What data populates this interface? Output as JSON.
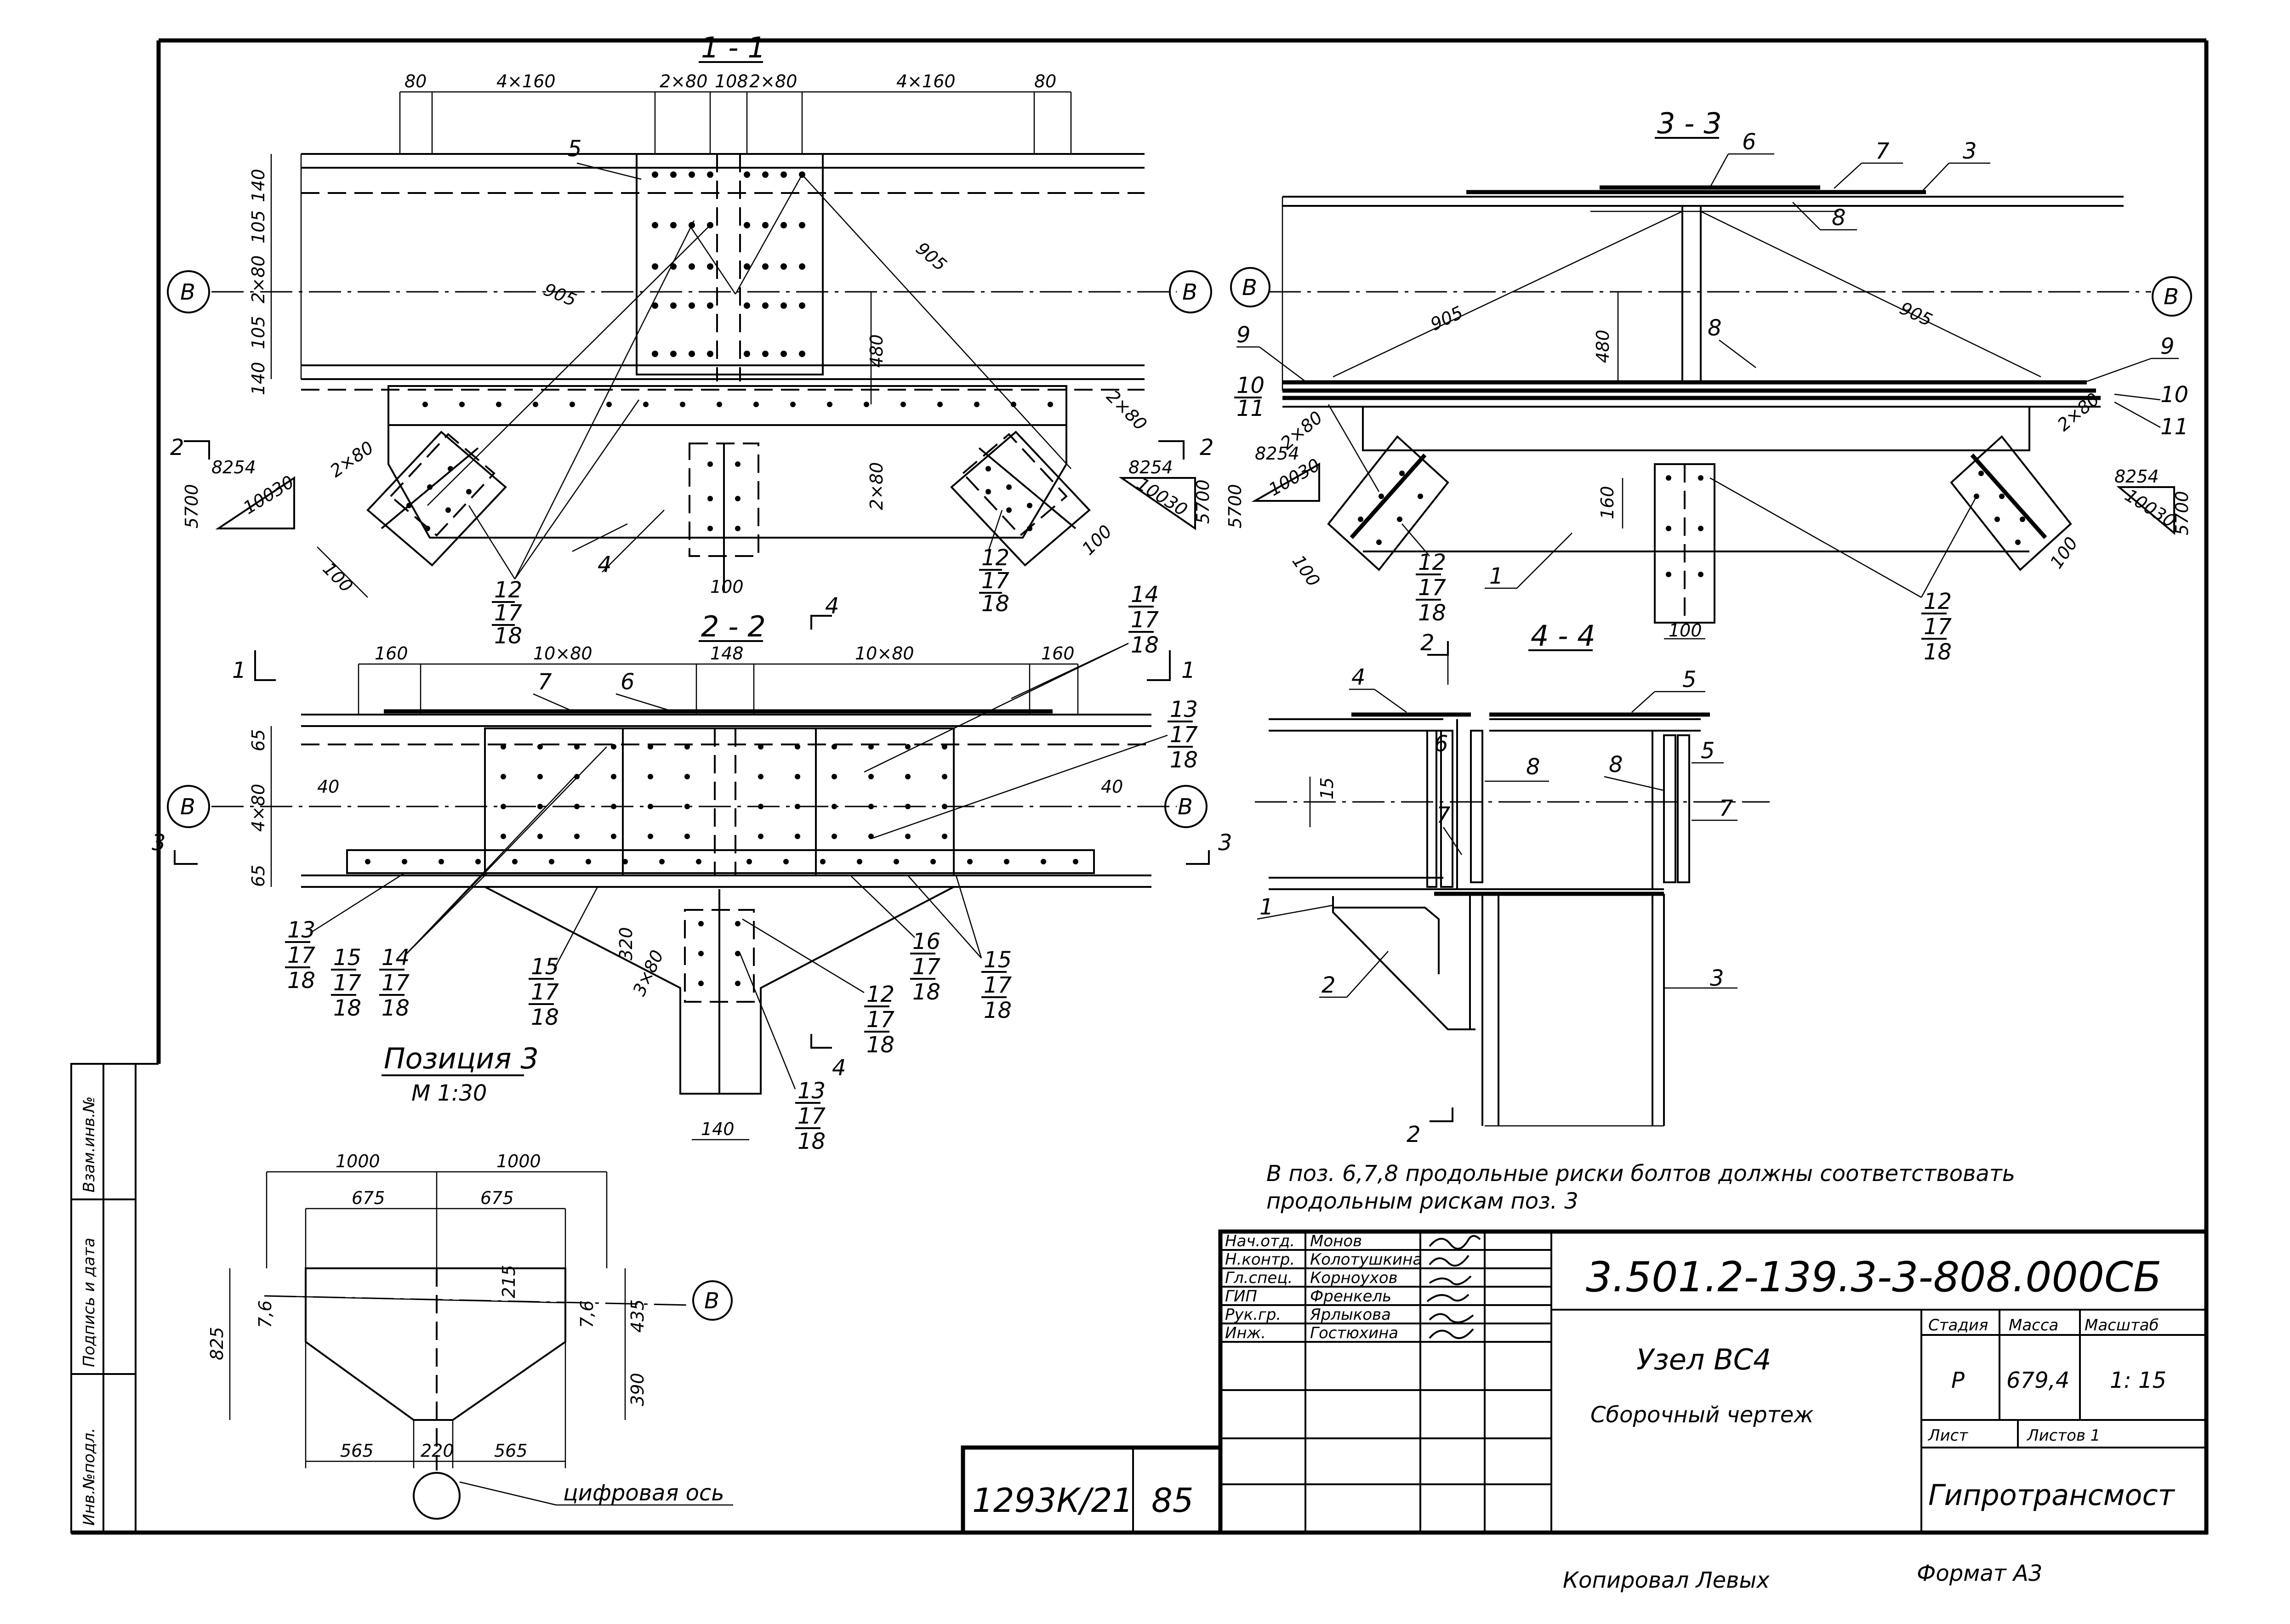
{
  "title_block": {
    "doc_code": "3.501.2-139.3-3-808.000СБ",
    "node_name": "Узел ВС4",
    "drawing_kind": "Сборочный чертеж",
    "stage_header": "Стадия",
    "mass_header": "Масса",
    "scale_header": "Масштаб",
    "stage_value": "Р",
    "mass_value": "679,4",
    "scale_value": "1: 15",
    "sheet_label": "Лист",
    "sheets_label": "Листов  1",
    "organization": "Гипротрансмост",
    "order_number": "1293К/21",
    "sheet_number": "85",
    "roles": [
      {
        "role": "Нач.отд.",
        "name": "Монов"
      },
      {
        "role": "Н.контр.",
        "name": "Колотушкина"
      },
      {
        "role": "Гл.спец.",
        "name": "Корноухов"
      },
      {
        "role": "ГИП",
        "name": "Френкель"
      },
      {
        "role": "Рук.гр.",
        "name": "Ярлыкова"
      },
      {
        "role": "Инж.",
        "name": "Гостюхина"
      }
    ]
  },
  "left_margin": [
    "Инв.№подл.",
    "Подпись и дата",
    "Взам.инв.№"
  ],
  "footer": {
    "copied_by": "Копировал Левых",
    "format": "Формат  А3"
  },
  "note": {
    "line1": "В  поз. 6,7,8  продольные  риски  болтов  должны  соответствовать",
    "line2": "продольным  рискам  поз. 3"
  },
  "views": {
    "section_1_1": {
      "title": "1 - 1",
      "axis": "В",
      "dims_top": [
        "80",
        "4×160",
        "2×80",
        "108",
        "2×80",
        "4×160",
        "80"
      ],
      "dims_left": [
        "140",
        "105",
        "2×80",
        "105",
        "140"
      ],
      "diag_dims": [
        "905",
        "905",
        "480",
        "2×80",
        "2×80",
        "2×80",
        "100",
        "100",
        "100"
      ],
      "cut_label": "2",
      "slope": {
        "a": "8254",
        "b": "10030",
        "c": "5700"
      },
      "callouts": [
        "5",
        "4",
        "12",
        "17",
        "18"
      ]
    },
    "section_2_2": {
      "title": "2 - 2",
      "subtitle": "Позиция 3",
      "scale": "М 1:30",
      "axis": "В",
      "dims_top": [
        "160",
        "10×80",
        "148",
        "10×80",
        "160"
      ],
      "dims_left": [
        "65",
        "4×80",
        "65"
      ],
      "side_dims": [
        "40",
        "40",
        "320",
        "3×80",
        "140"
      ],
      "cut_labels": [
        "1",
        "1",
        "3",
        "3",
        "4",
        "4"
      ],
      "callouts": [
        "7",
        "6",
        "14",
        "17",
        "18",
        "13",
        "17",
        "18",
        "13",
        "17",
        "18",
        "15",
        "17",
        "18",
        "14",
        "17",
        "18",
        "15",
        "17",
        "18",
        "12",
        "17",
        "18",
        "13",
        "17",
        "18",
        "16",
        "17",
        "18",
        "15",
        "17",
        "18"
      ]
    },
    "section_3_3": {
      "title": "3 - 3",
      "axis": "В",
      "dims": [
        "905",
        "905",
        "480",
        "160",
        "100",
        "2×80",
        "2×80",
        "100",
        "100"
      ],
      "slope": {
        "a": "8254",
        "b": "10030",
        "c": "5700"
      },
      "callouts": [
        "6",
        "7",
        "3",
        "8",
        "8",
        "9",
        "9",
        "10",
        "10",
        "11",
        "11",
        "1",
        "12",
        "17",
        "18",
        "12",
        "17",
        "18"
      ]
    },
    "section_4_4": {
      "title": "4 - 4",
      "dim": "15",
      "cut_label": "2",
      "callouts": [
        "4",
        "5",
        "6",
        "8",
        "8",
        "5",
        "7",
        "7",
        "1",
        "2",
        "3"
      ]
    },
    "plan_view": {
      "dims_top": [
        "1000",
        "1000",
        "675",
        "675"
      ],
      "dims_bottom": [
        "565",
        "220",
        "565"
      ],
      "dims_side": [
        "825",
        "7,6",
        "215",
        "7,6",
        "435",
        "390"
      ],
      "axis": "В",
      "axis_note": "цифровая  ось"
    }
  }
}
